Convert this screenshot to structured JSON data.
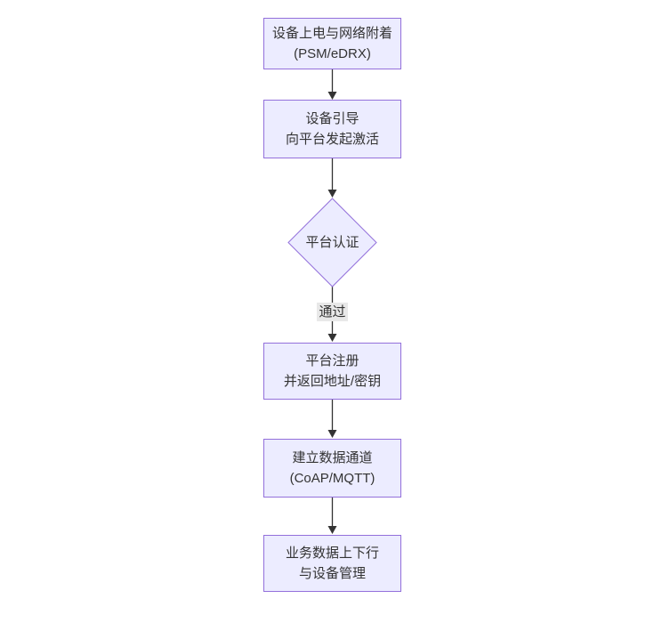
{
  "diagram": {
    "type": "flowchart",
    "direction": "top-to-bottom",
    "nodes": {
      "power": {
        "shape": "rect",
        "line1": "设备上电与网络附着",
        "line2": "(PSM/eDRX)"
      },
      "bootstrap": {
        "shape": "rect",
        "line1": "设备引导",
        "line2": "向平台发起激活"
      },
      "auth": {
        "shape": "diamond",
        "label": "平台认证"
      },
      "register": {
        "shape": "rect",
        "line1": "平台注册",
        "line2": "并返回地址/密钥"
      },
      "channel": {
        "shape": "rect",
        "line1": "建立数据通道",
        "line2": "(CoAP/MQTT)"
      },
      "business": {
        "shape": "rect",
        "line1": "业务数据上下行",
        "line2": "与设备管理"
      }
    },
    "edges": {
      "pass_label": "通过",
      "flow": [
        "power -> bootstrap",
        "bootstrap -> auth",
        "auth -> register (labeled 通过)",
        "register -> channel",
        "channel -> business"
      ]
    },
    "colors": {
      "node_fill": "#ECECFF",
      "node_border": "#9370DB",
      "arrow": "#333333",
      "text": "#333333",
      "edge_label_bg": "#E8E8E8",
      "background": "#FFFFFF"
    }
  }
}
